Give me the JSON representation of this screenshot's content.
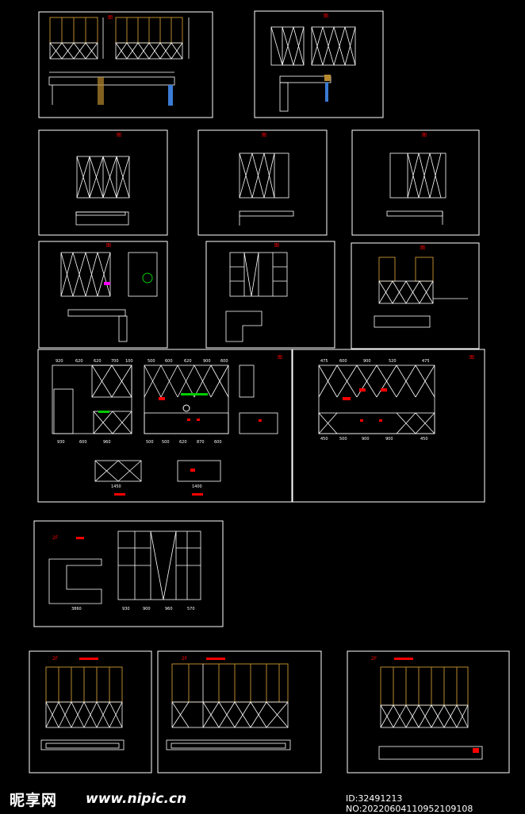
{
  "colors": {
    "background": "#000000",
    "line": "#ffffff",
    "title": "#ff0000",
    "wood": "#b8892e",
    "accent_green": "#00cc00",
    "accent_magenta": "#ff00ff",
    "accent_blue": "#3a7bd5"
  },
  "sheets": [
    {
      "id": "sheet-1",
      "label": "图"
    },
    {
      "id": "sheet-2",
      "label": "图"
    },
    {
      "id": "sheet-3",
      "label": "图"
    },
    {
      "id": "sheet-4",
      "label": "图"
    },
    {
      "id": "sheet-5",
      "label": "图"
    },
    {
      "id": "sheet-6",
      "label": "图"
    },
    {
      "id": "sheet-7",
      "label": "图"
    },
    {
      "id": "sheet-8",
      "label": "图"
    },
    {
      "id": "sheet-9",
      "label": "图"
    },
    {
      "id": "sheet-10",
      "label": "图"
    },
    {
      "id": "sheet-11",
      "label": "2F"
    },
    {
      "id": "sheet-12",
      "label": "2F"
    },
    {
      "id": "sheet-13",
      "label": "2F"
    },
    {
      "id": "sheet-14",
      "label": "2F"
    }
  ],
  "dimensions": {
    "kitchen_left": [
      "920",
      "620",
      "620",
      "700",
      "100"
    ],
    "kitchen_mid": [
      "500",
      "600",
      "620",
      "900",
      "600"
    ],
    "kitchen_right": [
      "475",
      "600",
      "900",
      "520",
      "475"
    ],
    "kitchen_bottom_left": [
      "930",
      "600",
      "960"
    ],
    "kitchen_bottom_mid": [
      "500",
      "500",
      "620",
      "870",
      "600"
    ],
    "kitchen_bottom_right": [
      "450",
      "500",
      "900",
      "900",
      "450"
    ],
    "island_a": "1450",
    "island_b": "1400",
    "wardrobe_plan": "3860",
    "wardrobe_elev": [
      "930",
      "900",
      "960",
      "570"
    ]
  },
  "watermark": {
    "logo": "昵享网",
    "site": "www.nipic.cn",
    "id_line": "ID:32491213 NO:20220604110952109108"
  }
}
